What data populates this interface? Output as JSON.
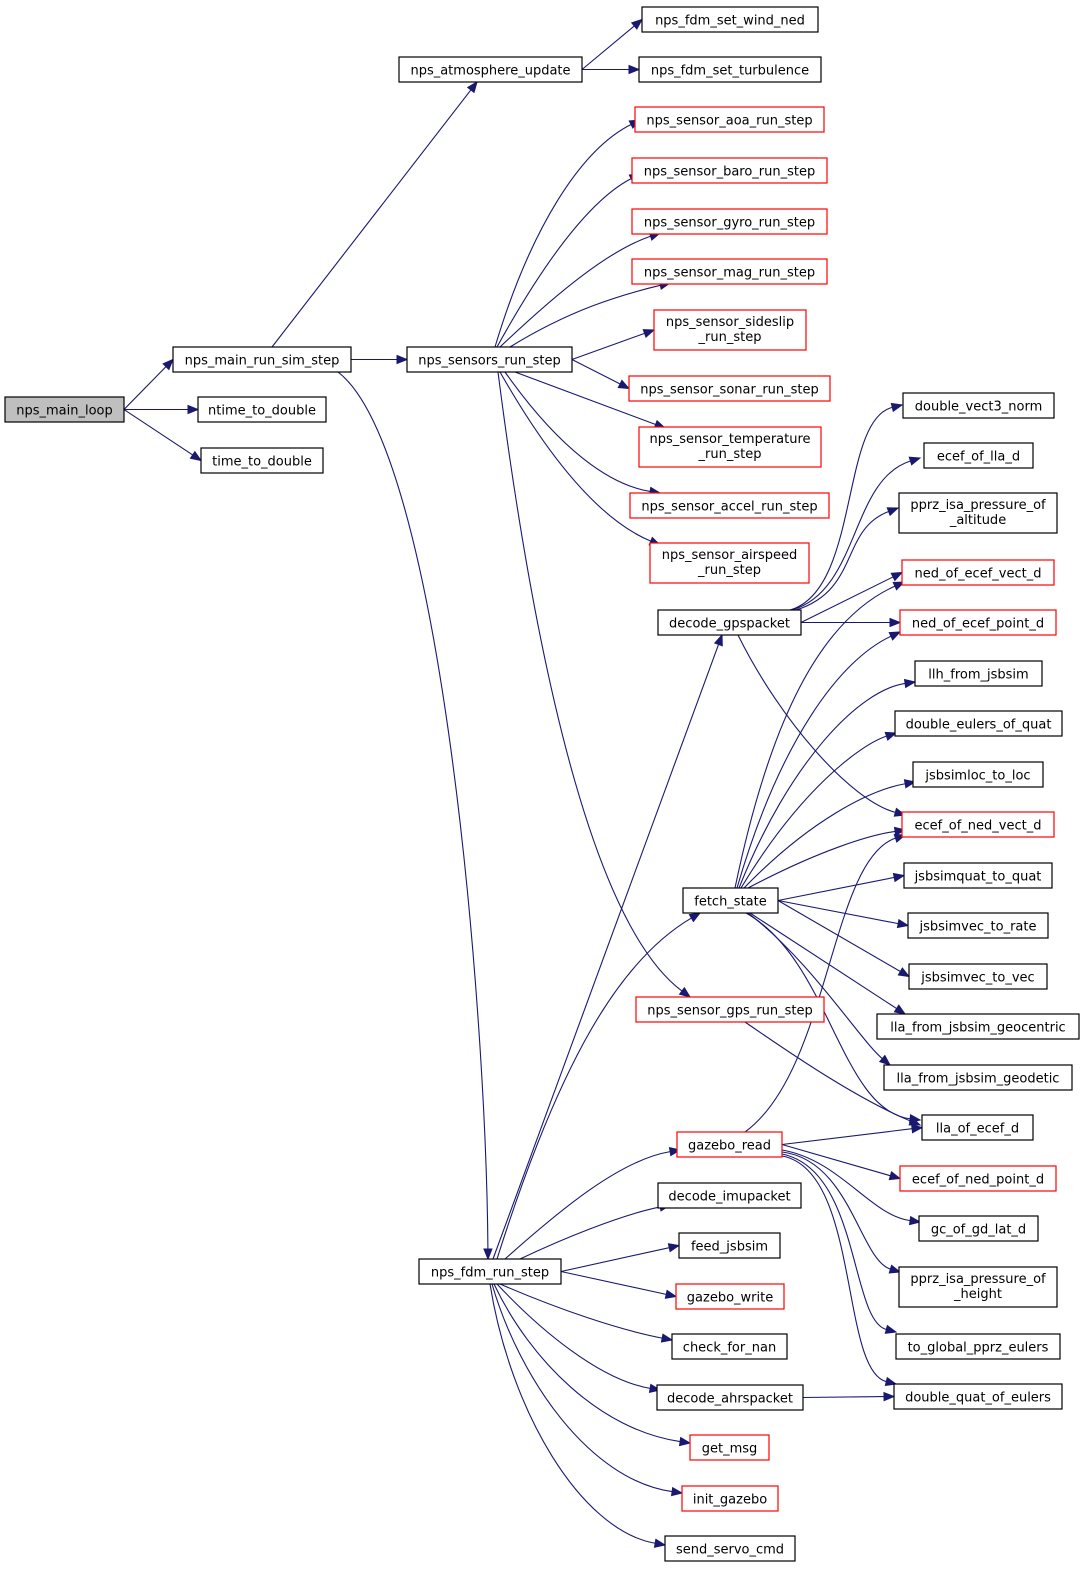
{
  "nodes": {
    "nps_main_loop": {
      "label": [
        "nps_main_loop"
      ],
      "style": "root"
    },
    "nps_main_run_sim_step": {
      "label": [
        "nps_main_run_sim_step"
      ]
    },
    "ntime_to_double": {
      "label": [
        "ntime_to_double"
      ]
    },
    "time_to_double": {
      "label": [
        "time_to_double"
      ]
    },
    "nps_atmosphere_update": {
      "label": [
        "nps_atmosphere_update"
      ]
    },
    "nps_sensors_run_step": {
      "label": [
        "nps_sensors_run_step"
      ]
    },
    "nps_fdm_run_step": {
      "label": [
        "nps_fdm_run_step"
      ]
    },
    "nps_fdm_set_wind_ned": {
      "label": [
        "nps_fdm_set_wind_ned"
      ]
    },
    "nps_fdm_set_turbulence": {
      "label": [
        "nps_fdm_set_turbulence"
      ]
    },
    "nps_sensor_aoa_run_step": {
      "label": [
        "nps_sensor_aoa_run_step"
      ],
      "style": "red"
    },
    "nps_sensor_baro_run_step": {
      "label": [
        "nps_sensor_baro_run_step"
      ],
      "style": "red"
    },
    "nps_sensor_gyro_run_step": {
      "label": [
        "nps_sensor_gyro_run_step"
      ],
      "style": "red"
    },
    "nps_sensor_mag_run_step": {
      "label": [
        "nps_sensor_mag_run_step"
      ],
      "style": "red"
    },
    "nps_sensor_sideslip_run_step": {
      "label": [
        "nps_sensor_sideslip",
        "_run_step"
      ],
      "style": "red"
    },
    "nps_sensor_sonar_run_step": {
      "label": [
        "nps_sensor_sonar_run_step"
      ],
      "style": "red"
    },
    "nps_sensor_temperature_run_step": {
      "label": [
        "nps_sensor_temperature",
        "_run_step"
      ],
      "style": "red"
    },
    "nps_sensor_accel_run_step": {
      "label": [
        "nps_sensor_accel_run_step"
      ],
      "style": "red"
    },
    "nps_sensor_airspeed_run_step": {
      "label": [
        "nps_sensor_airspeed",
        "_run_step"
      ],
      "style": "red"
    },
    "nps_sensor_gps_run_step": {
      "label": [
        "nps_sensor_gps_run_step"
      ],
      "style": "red"
    },
    "decode_gpspacket": {
      "label": [
        "decode_gpspacket"
      ]
    },
    "fetch_state": {
      "label": [
        "fetch_state"
      ]
    },
    "gazebo_read": {
      "label": [
        "gazebo_read"
      ],
      "style": "red"
    },
    "decode_imupacket": {
      "label": [
        "decode_imupacket"
      ]
    },
    "feed_jsbsim": {
      "label": [
        "feed_jsbsim"
      ]
    },
    "gazebo_write": {
      "label": [
        "gazebo_write"
      ],
      "style": "red"
    },
    "check_for_nan": {
      "label": [
        "check_for_nan"
      ]
    },
    "decode_ahrspacket": {
      "label": [
        "decode_ahrspacket"
      ]
    },
    "get_msg": {
      "label": [
        "get_msg"
      ],
      "style": "red"
    },
    "init_gazebo": {
      "label": [
        "init_gazebo"
      ],
      "style": "red"
    },
    "send_servo_cmd": {
      "label": [
        "send_servo_cmd"
      ]
    },
    "double_vect3_norm": {
      "label": [
        "double_vect3_norm"
      ]
    },
    "ecef_of_lla_d": {
      "label": [
        "ecef_of_lla_d"
      ]
    },
    "pprz_isa_pressure_of_altitude": {
      "label": [
        "pprz_isa_pressure_of",
        "_altitude"
      ]
    },
    "ned_of_ecef_vect_d": {
      "label": [
        "ned_of_ecef_vect_d"
      ],
      "style": "red"
    },
    "ned_of_ecef_point_d": {
      "label": [
        "ned_of_ecef_point_d"
      ],
      "style": "red"
    },
    "llh_from_jsbsim": {
      "label": [
        "llh_from_jsbsim"
      ]
    },
    "double_eulers_of_quat": {
      "label": [
        "double_eulers_of_quat"
      ]
    },
    "jsbsimloc_to_loc": {
      "label": [
        "jsbsimloc_to_loc"
      ]
    },
    "ecef_of_ned_vect_d": {
      "label": [
        "ecef_of_ned_vect_d"
      ],
      "style": "red"
    },
    "jsbsimquat_to_quat": {
      "label": [
        "jsbsimquat_to_quat"
      ]
    },
    "jsbsimvec_to_rate": {
      "label": [
        "jsbsimvec_to_rate"
      ]
    },
    "jsbsimvec_to_vec": {
      "label": [
        "jsbsimvec_to_vec"
      ]
    },
    "lla_from_jsbsim_geocentric": {
      "label": [
        "lla_from_jsbsim_geocentric"
      ]
    },
    "lla_from_jsbsim_geodetic": {
      "label": [
        "lla_from_jsbsim_geodetic"
      ]
    },
    "lla_of_ecef_d": {
      "label": [
        "lla_of_ecef_d"
      ]
    },
    "ecef_of_ned_point_d": {
      "label": [
        "ecef_of_ned_point_d"
      ],
      "style": "red"
    },
    "gc_of_gd_lat_d": {
      "label": [
        "gc_of_gd_lat_d"
      ]
    },
    "pprz_isa_pressure_of_height": {
      "label": [
        "pprz_isa_pressure_of",
        "_height"
      ]
    },
    "to_global_pprz_eulers": {
      "label": [
        "to_global_pprz_eulers"
      ]
    },
    "double_quat_of_eulers": {
      "label": [
        "double_quat_of_eulers"
      ]
    }
  },
  "edges": [
    [
      "nps_main_loop",
      "nps_main_run_sim_step"
    ],
    [
      "nps_main_loop",
      "ntime_to_double"
    ],
    [
      "nps_main_loop",
      "time_to_double"
    ],
    [
      "nps_main_run_sim_step",
      "nps_atmosphere_update"
    ],
    [
      "nps_main_run_sim_step",
      "nps_sensors_run_step"
    ],
    [
      "nps_main_run_sim_step",
      "nps_fdm_run_step"
    ],
    [
      "nps_atmosphere_update",
      "nps_fdm_set_wind_ned"
    ],
    [
      "nps_atmosphere_update",
      "nps_fdm_set_turbulence"
    ],
    [
      "nps_sensors_run_step",
      "nps_sensor_aoa_run_step"
    ],
    [
      "nps_sensors_run_step",
      "nps_sensor_baro_run_step"
    ],
    [
      "nps_sensors_run_step",
      "nps_sensor_gyro_run_step"
    ],
    [
      "nps_sensors_run_step",
      "nps_sensor_mag_run_step"
    ],
    [
      "nps_sensors_run_step",
      "nps_sensor_sideslip_run_step"
    ],
    [
      "nps_sensors_run_step",
      "nps_sensor_sonar_run_step"
    ],
    [
      "nps_sensors_run_step",
      "nps_sensor_temperature_run_step"
    ],
    [
      "nps_sensors_run_step",
      "nps_sensor_accel_run_step"
    ],
    [
      "nps_sensors_run_step",
      "nps_sensor_airspeed_run_step"
    ],
    [
      "nps_sensors_run_step",
      "nps_sensor_gps_run_step"
    ],
    [
      "nps_sensor_gps_run_step",
      "lla_of_ecef_d"
    ],
    [
      "decode_gpspacket",
      "double_vect3_norm"
    ],
    [
      "decode_gpspacket",
      "ecef_of_lla_d"
    ],
    [
      "decode_gpspacket",
      "pprz_isa_pressure_of_altitude"
    ],
    [
      "decode_gpspacket",
      "ned_of_ecef_vect_d"
    ],
    [
      "decode_gpspacket",
      "ned_of_ecef_point_d"
    ],
    [
      "decode_gpspacket",
      "ecef_of_ned_vect_d"
    ],
    [
      "fetch_state",
      "ned_of_ecef_vect_d"
    ],
    [
      "fetch_state",
      "ned_of_ecef_point_d"
    ],
    [
      "fetch_state",
      "llh_from_jsbsim"
    ],
    [
      "fetch_state",
      "double_eulers_of_quat"
    ],
    [
      "fetch_state",
      "jsbsimloc_to_loc"
    ],
    [
      "fetch_state",
      "ecef_of_ned_vect_d"
    ],
    [
      "fetch_state",
      "jsbsimquat_to_quat"
    ],
    [
      "fetch_state",
      "jsbsimvec_to_rate"
    ],
    [
      "fetch_state",
      "jsbsimvec_to_vec"
    ],
    [
      "fetch_state",
      "lla_from_jsbsim_geocentric"
    ],
    [
      "fetch_state",
      "lla_from_jsbsim_geodetic"
    ],
    [
      "fetch_state",
      "lla_of_ecef_d"
    ],
    [
      "gazebo_read",
      "ecef_of_ned_vect_d"
    ],
    [
      "gazebo_read",
      "lla_of_ecef_d"
    ],
    [
      "gazebo_read",
      "ecef_of_ned_point_d"
    ],
    [
      "gazebo_read",
      "gc_of_gd_lat_d"
    ],
    [
      "gazebo_read",
      "pprz_isa_pressure_of_height"
    ],
    [
      "gazebo_read",
      "to_global_pprz_eulers"
    ],
    [
      "gazebo_read",
      "double_quat_of_eulers"
    ],
    [
      "decode_ahrspacket",
      "double_quat_of_eulers"
    ],
    [
      "nps_fdm_run_step",
      "decode_gpspacket"
    ],
    [
      "nps_fdm_run_step",
      "fetch_state"
    ],
    [
      "nps_fdm_run_step",
      "gazebo_read"
    ],
    [
      "nps_fdm_run_step",
      "decode_imupacket"
    ],
    [
      "nps_fdm_run_step",
      "feed_jsbsim"
    ],
    [
      "nps_fdm_run_step",
      "gazebo_write"
    ],
    [
      "nps_fdm_run_step",
      "check_for_nan"
    ],
    [
      "nps_fdm_run_step",
      "decode_ahrspacket"
    ],
    [
      "nps_fdm_run_step",
      "get_msg"
    ],
    [
      "nps_fdm_run_step",
      "init_gazebo"
    ],
    [
      "nps_fdm_run_step",
      "send_servo_cmd"
    ]
  ]
}
